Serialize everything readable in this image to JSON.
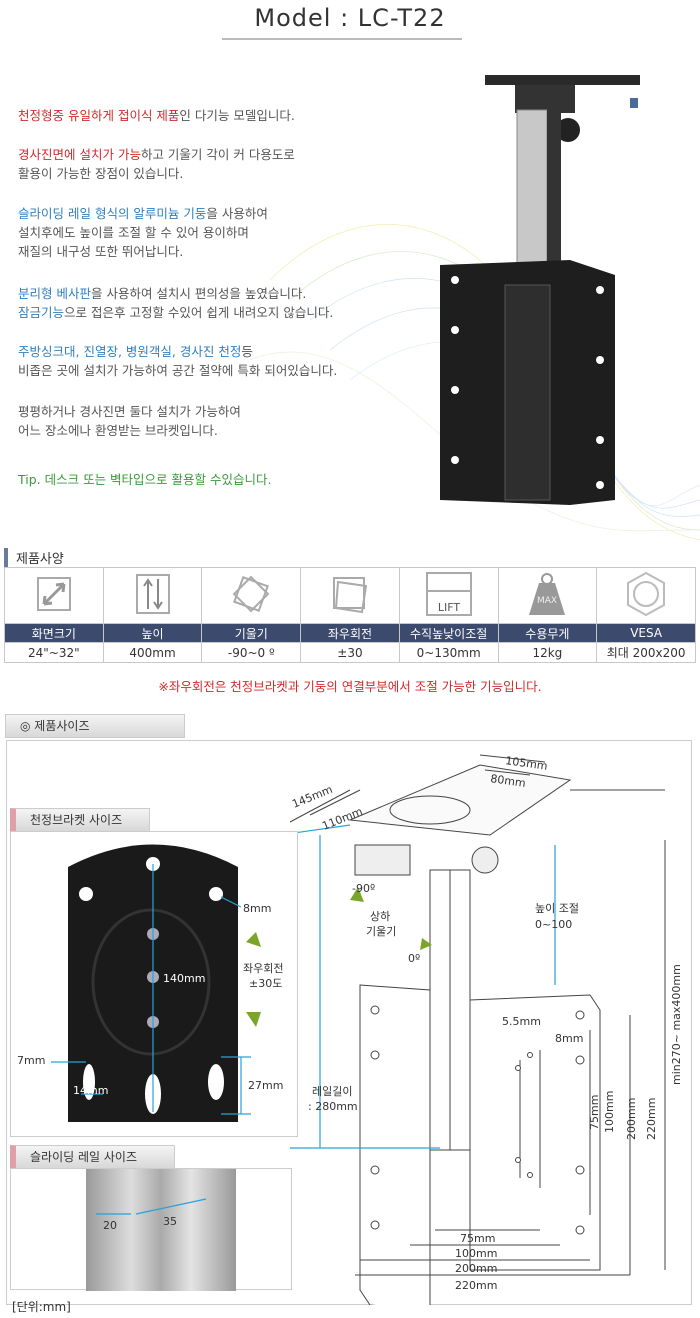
{
  "title": "Model : LC-T22",
  "description": {
    "p1": {
      "hl": "천정형중 유일하게 접이식 제품",
      "rest": "인 다기능 모델입니다."
    },
    "p2": {
      "hl": "경사진면에 설치가 가능",
      "rest": "하고 기울기 각이 커 다용도로",
      "line2": "활용이 가능한 장점이 있습니다."
    },
    "p3": {
      "hl": "슬라이딩 레일 형식의 알루미늄 기둥",
      "rest": "을 사용하여",
      "line2": "설치후에도 높이를 조절 할 수 있어 용이하며",
      "line3": "재질의 내구성 또한 뛰어납니다."
    },
    "p4": {
      "hl": "분리형 베사판",
      "rest": "을 사용하여 설치시 편의성을 높였습니다.",
      "hl2": "잠금기능",
      "rest2": "으로 접은후 고정할 수있어 쉽게 내려오지 않습니다."
    },
    "p5": {
      "hl": "주방싱크대, 진열장, 병원객실, 경사진 천정",
      "rest": "등",
      "line2": "비좁은 곳에 설치가 가능하여 공간 절약에 특화 되어있습니다."
    },
    "p6": {
      "line1": "평평하거나 경사진면 둘다 설치가 가능하여",
      "line2": "어느 장소에나 환영받는 브라켓입니다."
    },
    "tip": "Tip. 데스크 또는 벽타입으로 활용할 수있습니다."
  },
  "spec": {
    "label": "제품사양",
    "icons": [
      "screen-size-icon",
      "height-icon",
      "tilt-icon",
      "swivel-icon",
      "lift-icon",
      "weight-icon",
      "vesa-icon"
    ],
    "lift_text": "LIFT",
    "max_text": "MAX",
    "headers": [
      "화면크기",
      "높이",
      "기울기",
      "좌우회전",
      "수직높낮이조절",
      "수용무게",
      "VESA"
    ],
    "values": [
      "24\"~32\"",
      "400mm",
      "-90~0 º",
      "±30",
      "0~130mm",
      "12kg",
      "최대 200x200"
    ],
    "note": "※좌우회전은 천정브라켓과 기둥의 연결부분에서 조절 가능한 기능입니다."
  },
  "size": {
    "label": "◎ 제품사이즈",
    "ceiling_bracket": {
      "label": "천정브라켓 사이즈",
      "hole": "8mm",
      "center": "140mm",
      "rotate": "좌우회전",
      "rotate_val": "±30도",
      "slot_w": "7mm",
      "slot_gap": "14mm",
      "slot_h": "27mm"
    },
    "rail": {
      "label": "슬라이딩 레일 사이즈",
      "w1": "20",
      "w2": "35"
    },
    "diagram": {
      "d145": "145mm",
      "d110": "110mm",
      "d105": "105mm",
      "d80": "80mm",
      "tilt_top": "-90º",
      "tilt_label1": "상하",
      "tilt_label2": "기울기",
      "tilt_bottom": "0º",
      "height_adj1": "높이 조절",
      "height_adj2": "0~100",
      "rail_len1": "레일길이",
      "rail_len2": ": 280mm",
      "h55": "5.5mm",
      "h8": "8mm",
      "v75": "75mm",
      "v100": "100mm",
      "v200": "200mm",
      "v220": "220mm",
      "total": "min270~ max400mm",
      "b75": "75mm",
      "b100": "100mm",
      "b200": "200mm",
      "b220": "220mm"
    },
    "unit": "[단위:mm]"
  }
}
